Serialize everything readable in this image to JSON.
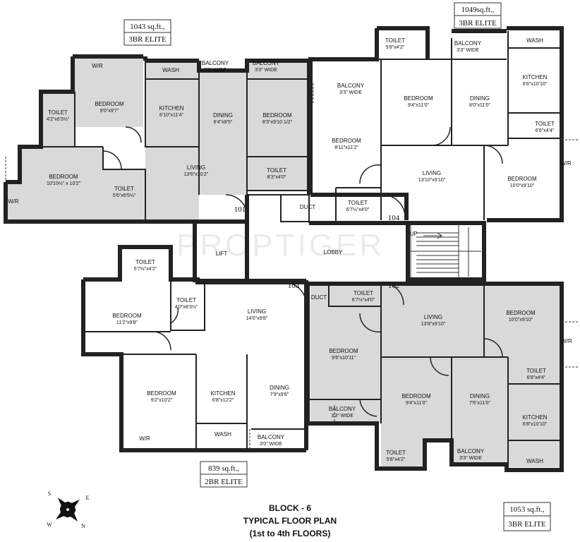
{
  "watermark": "PROPTIGER",
  "title": {
    "line1": "BLOCK - 6",
    "line2": "TYPICAL FLOOR PLAN",
    "line3": "(1st to 4th FLOORS)"
  },
  "compass": {
    "n": "N",
    "s": "S",
    "e": "E",
    "w": "W"
  },
  "units": {
    "u101": {
      "area": "1043 sq.ft.,",
      "type": "3BR ELITE",
      "number": "101"
    },
    "u104": {
      "area": "1049sq.ft.,",
      "type": "3BR ELITE",
      "number": "104"
    },
    "u103": {
      "area": "839 sq.ft.,",
      "type": "2BR ELITE",
      "number": "103"
    },
    "u102": {
      "area": "1053 sq.ft.,",
      "type": "3BR ELITE",
      "number": "102"
    }
  },
  "common": {
    "lift": "LIFT",
    "lobby": "LOBBY",
    "duct": "DUCT",
    "up": "UP"
  },
  "rooms": {
    "r101": [
      {
        "name": "W/R",
        "dim": ""
      },
      {
        "name": "BEDROOM",
        "dim": "9'0\"x9'7\""
      },
      {
        "name": "TOILET",
        "dim": "4'2\"x6'3½\""
      },
      {
        "name": "BEDROOM",
        "dim": "10'10½\" x 10'2\""
      },
      {
        "name": "W/R",
        "dim": ""
      },
      {
        "name": "TOILET",
        "dim": "5'6\"x6'5½\""
      },
      {
        "name": "WASH",
        "dim": ""
      },
      {
        "name": "KITCHEN",
        "dim": "6'10\"x11'4\""
      },
      {
        "name": "BALCONY",
        "dim": "3'3\" WIDE"
      },
      {
        "name": "BALCONY",
        "dim": "3'3\" WIDE"
      },
      {
        "name": "DINING",
        "dim": "6'4\"x8'5\""
      },
      {
        "name": "BEDROOM",
        "dim": "8'3\"x9'10 1/2\""
      },
      {
        "name": "LIVING",
        "dim": "13'6\"x10'2\""
      },
      {
        "name": "TOILET",
        "dim": "8'3\"x4'0\""
      }
    ],
    "r104": [
      {
        "name": "TOILET",
        "dim": "5'8\"x4'2\""
      },
      {
        "name": "BALCONY",
        "dim": "3'3\" WIDE"
      },
      {
        "name": "WASH",
        "dim": ""
      },
      {
        "name": "BALCONY",
        "dim": "3'3\" WIDE"
      },
      {
        "name": "BEDROOM",
        "dim": "9'4\"x11'0\""
      },
      {
        "name": "DINING",
        "dim": "8'0\"x11'0\""
      },
      {
        "name": "KITCHEN",
        "dim": "6'6\"x10'10\""
      },
      {
        "name": "TOILET",
        "dim": "6'6\"x4'4\""
      },
      {
        "name": "BEDROOM",
        "dim": "8'11\"x11'2\""
      },
      {
        "name": "LIVING",
        "dim": "13'10\"x9'10\""
      },
      {
        "name": "BEDROOM",
        "dim": "10'0\"x9'10\""
      },
      {
        "name": "W/R",
        "dim": ""
      },
      {
        "name": "TOILET",
        "dim": "6'7½\"x4'0\""
      }
    ],
    "r103": [
      {
        "name": "TOILET",
        "dim": "5'7½\"x4'2\""
      },
      {
        "name": "TOILET",
        "dim": "4'0\"x8'3½\""
      },
      {
        "name": "BEDROOM",
        "dim": "11'2\"x9'8\""
      },
      {
        "name": "LIVING",
        "dim": "14'0\"x9'8\""
      },
      {
        "name": "BEDROOM",
        "dim": "9'2\"x10'2\""
      },
      {
        "name": "KITCHEN",
        "dim": "6'8\"x12'2\""
      },
      {
        "name": "DINING",
        "dim": "7'9\"x9'6\""
      },
      {
        "name": "W/R",
        "dim": ""
      },
      {
        "name": "WASH",
        "dim": ""
      },
      {
        "name": "BALCONY",
        "dim": "3'0\" WIDE"
      }
    ],
    "r102": [
      {
        "name": "TOILET",
        "dim": "6'7½\"x4'0\""
      },
      {
        "name": "LIVING",
        "dim": "13'8\"x9'10\""
      },
      {
        "name": "BEDROOM",
        "dim": "10'0\"x9'10\""
      },
      {
        "name": "W/R",
        "dim": ""
      },
      {
        "name": "BEDROOM",
        "dim": "9'6\"x10'11\""
      },
      {
        "name": "TOILET",
        "dim": "6'8\"x4'4\""
      },
      {
        "name": "BEDROOM",
        "dim": "9'4\"x11'0\""
      },
      {
        "name": "DINING",
        "dim": "7'6\"x11'0\""
      },
      {
        "name": "KITCHEN",
        "dim": "6'8\"x10'10\""
      },
      {
        "name": "BALCONY",
        "dim": "3'3\" WIDE"
      },
      {
        "name": "TOILET",
        "dim": "5'8\"x4'2\""
      },
      {
        "name": "BALCONY",
        "dim": "3'3\" WIDE"
      },
      {
        "name": "WASH",
        "dim": ""
      }
    ]
  }
}
